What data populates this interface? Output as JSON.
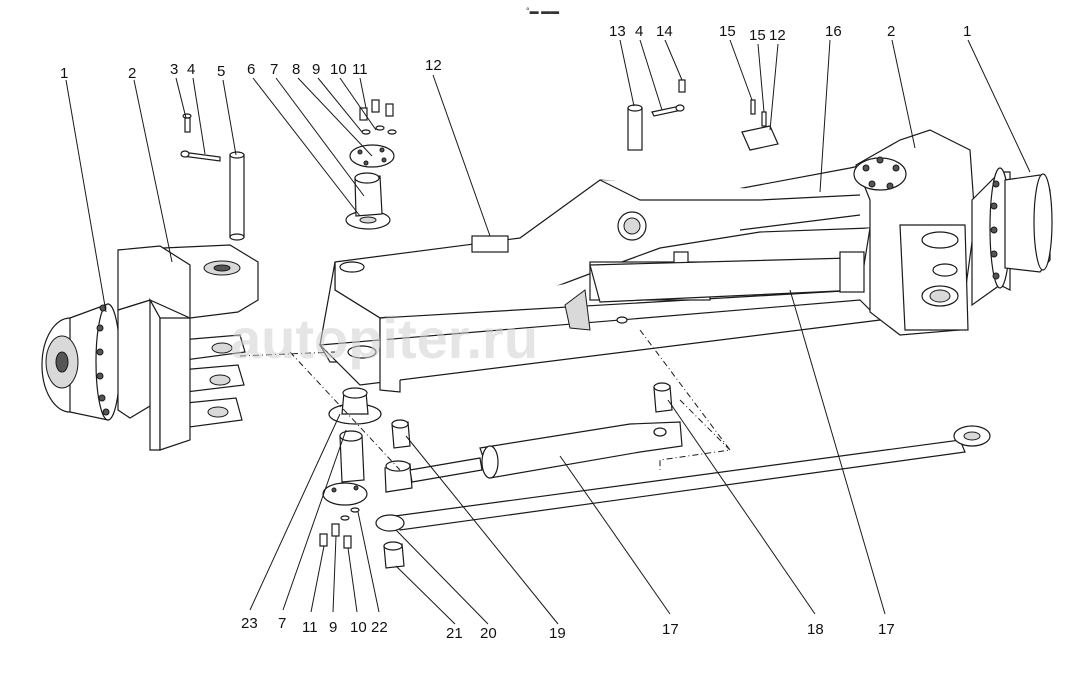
{
  "watermark": "autopiter.ru",
  "header_mark": "°▬ ▬▬",
  "callouts_top": [
    {
      "id": "t1",
      "label": "1"
    },
    {
      "id": "t2",
      "label": "2"
    },
    {
      "id": "t3",
      "label": "3"
    },
    {
      "id": "t4",
      "label": "4"
    },
    {
      "id": "t5",
      "label": "5"
    },
    {
      "id": "t6",
      "label": "6"
    },
    {
      "id": "t7",
      "label": "7"
    },
    {
      "id": "t8",
      "label": "8"
    },
    {
      "id": "t9",
      "label": "9"
    },
    {
      "id": "t10",
      "label": "10"
    },
    {
      "id": "t11",
      "label": "11"
    },
    {
      "id": "t12",
      "label": "12"
    },
    {
      "id": "t13",
      "label": "13"
    },
    {
      "id": "t14",
      "label": "4"
    },
    {
      "id": "t15",
      "label": "14"
    },
    {
      "id": "t16",
      "label": "15"
    },
    {
      "id": "t17",
      "label": "15"
    },
    {
      "id": "t18",
      "label": "12"
    },
    {
      "id": "t19",
      "label": "16"
    },
    {
      "id": "t20",
      "label": "2"
    },
    {
      "id": "t21",
      "label": "1"
    }
  ],
  "callouts_bottom": [
    {
      "id": "b1",
      "label": "23"
    },
    {
      "id": "b2",
      "label": "7"
    },
    {
      "id": "b3",
      "label": "11"
    },
    {
      "id": "b4",
      "label": "9"
    },
    {
      "id": "b5",
      "label": "10"
    },
    {
      "id": "b6",
      "label": "22"
    },
    {
      "id": "b7",
      "label": "21"
    },
    {
      "id": "b8",
      "label": "20"
    },
    {
      "id": "b9",
      "label": "19"
    },
    {
      "id": "b10",
      "label": "17"
    },
    {
      "id": "b11",
      "label": "18"
    },
    {
      "id": "b12",
      "label": "17"
    }
  ]
}
